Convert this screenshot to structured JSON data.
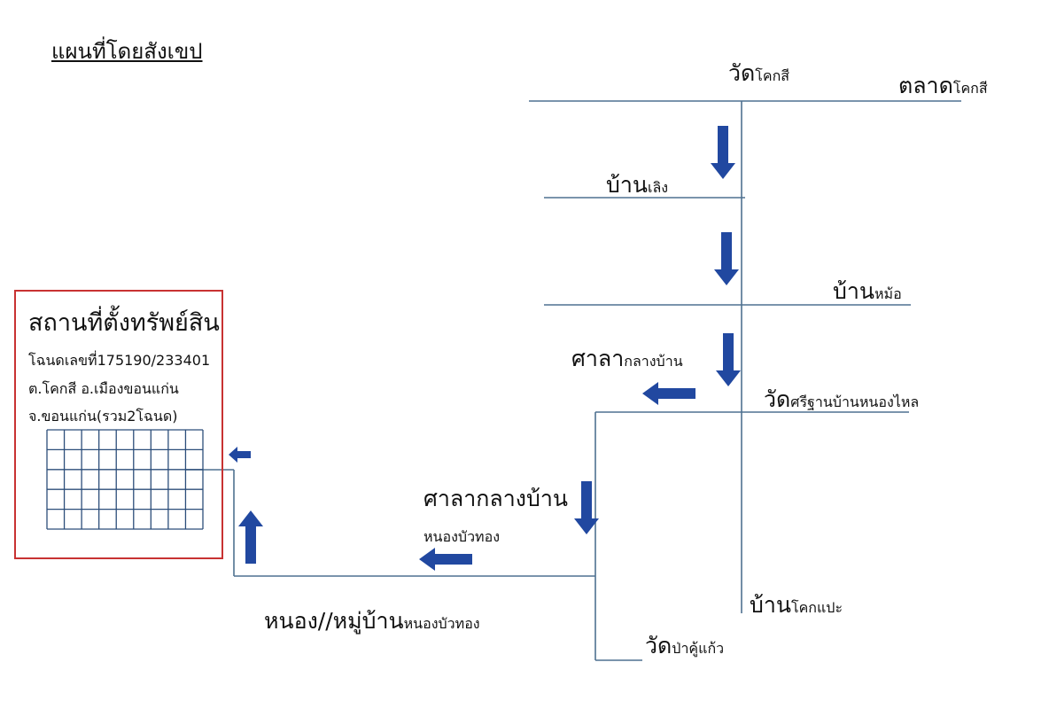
{
  "title": "แผนที่โดยสังเขป",
  "property_box": {
    "heading": "สถานที่ตั้งทรัพย์สิน",
    "deed": "โฉนดเลขที่175190/233401",
    "subdistrict": "ต.โคกสี อ.เมืองขอนแก่น",
    "province": "จ.ขอนแก่น(รวม2โฉนด)"
  },
  "labels": {
    "wat_khok_si": {
      "big": "วัด",
      "small": "โคกสี"
    },
    "talat_khok_si": {
      "big": "ตลาด",
      "small": "โคกสี"
    },
    "ban_loeng": {
      "big": "บ้าน",
      "small": "เลิง"
    },
    "ban_mo": {
      "big": "บ้าน",
      "small": "หม้อ"
    },
    "sala_1": {
      "big": "ศาลา",
      "small": "กลางบ้าน"
    },
    "wat_si_than": {
      "big": "วัด",
      "small": "ศรีฐานบ้านหนองไหล"
    },
    "sala_2": {
      "big": "ศาลากลางบ้าน",
      "small": "หนองบัวทอง"
    },
    "ban_khok_pae": {
      "big": "บ้าน",
      "small": "โคกแปะ"
    },
    "nong_village": {
      "big": "หนอง//หมู่บ้าน",
      "small": "หนองบัวทอง"
    },
    "wat_pa_khu_kaeo": {
      "big": "วัด",
      "small": "ป่าคู้แก้ว"
    }
  },
  "colors": {
    "road": "#4f7190",
    "arrow": "#2148a0",
    "box_border": "#c83232",
    "grid": "#2c4e7a"
  }
}
